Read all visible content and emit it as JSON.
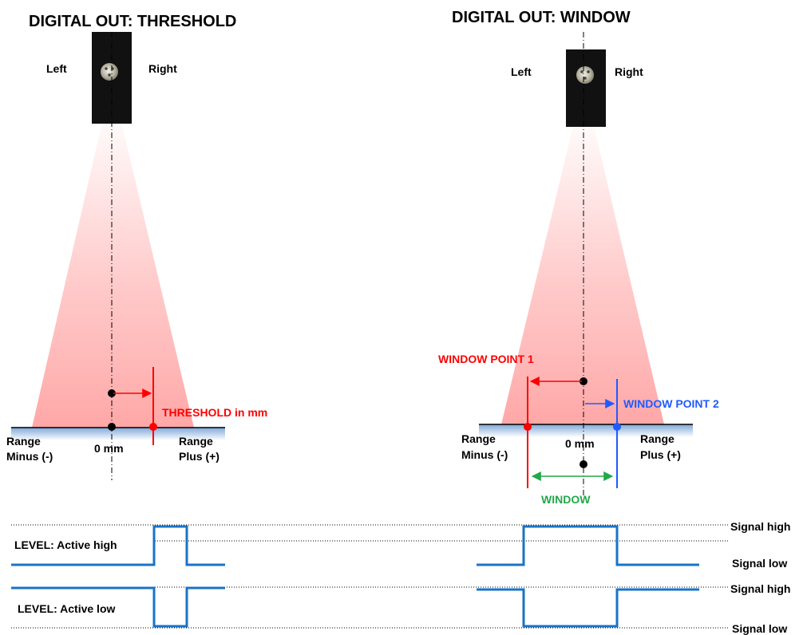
{
  "threshold_panel": {
    "title": "DIGITAL OUT: THRESHOLD",
    "left_label": "Left",
    "right_label": "Right",
    "threshold_label": "THRESHOLD in mm",
    "zero_label": "0 mm",
    "range_minus_line1": "Range",
    "range_minus_line2": "Minus (-)",
    "range_plus_line1": "Range",
    "range_plus_line2": "Plus (+)"
  },
  "window_panel": {
    "title": "DIGITAL OUT: WINDOW",
    "left_label": "Left",
    "right_label": "Right",
    "window_point_1": "WINDOW POINT 1",
    "window_point_2": "WINDOW POINT 2",
    "window_label": "WINDOW",
    "zero_label": "0 mm",
    "range_minus_line1": "Range",
    "range_minus_line2": "Minus (-)",
    "range_plus_line1": "Range",
    "range_plus_line2": "Plus (+)"
  },
  "signals": {
    "active_high_label": "LEVEL: Active high",
    "active_low_label": "LEVEL: Active low",
    "signal_high_1": "Signal high",
    "signal_low_1": "Signal low",
    "signal_high_2": "Signal high",
    "signal_low_2": "Signal low"
  },
  "colors": {
    "threshold": "#ff0000",
    "window_point_2": "#1f5bff",
    "window": "#22a84a",
    "signal": "#1a73c8",
    "beam": "#ff9c9c",
    "sensor_body": "#111111"
  }
}
